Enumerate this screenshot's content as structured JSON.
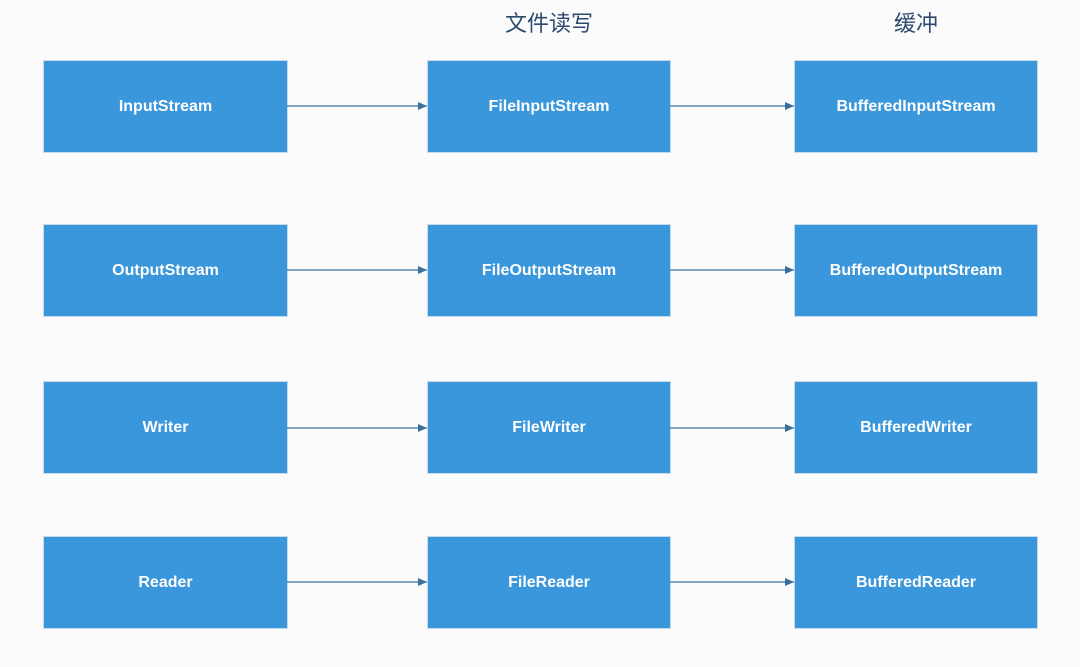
{
  "headers": {
    "file_rw": "文件读写",
    "buffer": "缓冲"
  },
  "rows": [
    {
      "base": "InputStream",
      "file": "FileInputStream",
      "buffered": "BufferedInputStream"
    },
    {
      "base": "OutputStream",
      "file": "FileOutputStream",
      "buffered": "BufferedOutputStream"
    },
    {
      "base": "Writer",
      "file": "FileWriter",
      "buffered": "BufferedWriter"
    },
    {
      "base": "Reader",
      "file": "FileReader",
      "buffered": "BufferedReader"
    }
  ],
  "colors": {
    "node_fill": "#3a97db",
    "node_text": "#ffffff",
    "arrow": "#3a6f9c",
    "header_text": "#2c4a6e",
    "background": "#fbfbfb"
  }
}
